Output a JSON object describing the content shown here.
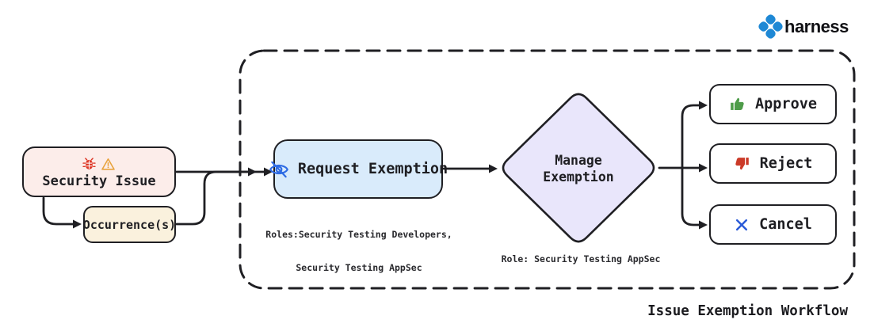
{
  "brand": {
    "wordmark": "harness",
    "logo_icon": "harness-logo-icon",
    "logo_color": "#1E88D5"
  },
  "diagram": {
    "title": "Issue Exemption Workflow",
    "container": {
      "style": "dashed-rounded-rect"
    },
    "nodes": {
      "security_issue": {
        "label": "Security Issue",
        "icons": [
          "bug-icon",
          "warning-icon"
        ],
        "fill": "#FCEDEA",
        "bug_color": "#DD3524",
        "warning_color": "#E8A33D"
      },
      "occurrences": {
        "label": "Occurrence(s)",
        "fill": "#FAF1DD"
      },
      "request_exemption": {
        "label": "Request Exemption",
        "icon": "eye-off-icon",
        "icon_color": "#2E6BE4",
        "fill": "#D9EBFB",
        "caption_line1": "Roles:Security Testing Developers,",
        "caption_line2": "Security Testing AppSec"
      },
      "manage_exemption": {
        "label_line1": "Manage",
        "label_line2": "Exemption",
        "fill": "#E9E6FB",
        "caption": "Role: Security Testing AppSec"
      },
      "approve": {
        "label": "Approve",
        "icon": "thumbs-up-icon",
        "icon_color": "#4E9C49"
      },
      "reject": {
        "label": "Reject",
        "icon": "thumbs-down-icon",
        "icon_color": "#CB3A28"
      },
      "cancel": {
        "label": "Cancel",
        "icon": "x-icon",
        "icon_color": "#2B5BD7"
      }
    },
    "edges": [
      "security_issue -> request_exemption",
      "security_issue -> occurrences",
      "occurrences -> request_exemption",
      "request_exemption -> manage_exemption",
      "manage_exemption -> approve",
      "manage_exemption -> reject",
      "manage_exemption -> cancel"
    ],
    "line_color": "#1F1F23"
  }
}
